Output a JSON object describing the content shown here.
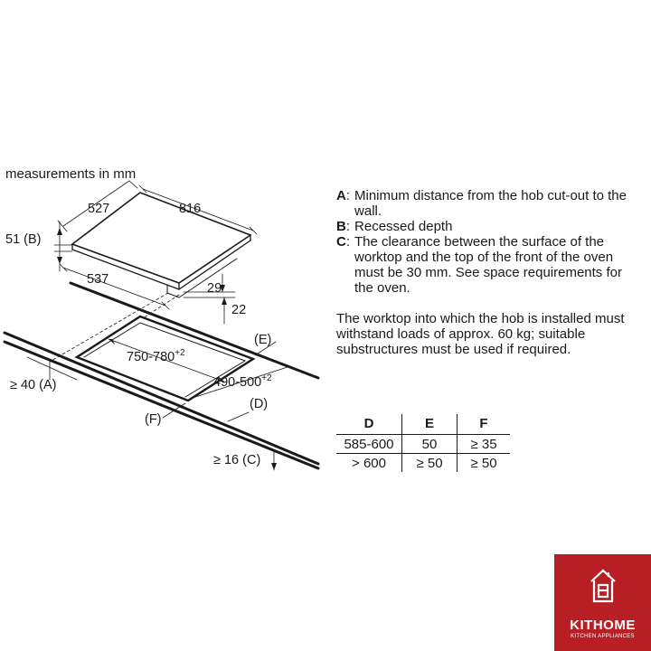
{
  "diagram": {
    "units_caption": "measurements in mm",
    "dims": {
      "depth": "527",
      "width": "816",
      "b_label": "51 (B)",
      "front_depth": "537",
      "thickness": "29",
      "offset": "22",
      "cutout_width": "750-780",
      "cutout_width_tol": "+2",
      "cutout_depth": "490-500",
      "cutout_depth_tol": "+2",
      "e_label": "(E)",
      "d_label": "(D)",
      "f_label": "(F)",
      "a_label": "≥ 40 (A)",
      "c_label": "≥ 16 (C)"
    }
  },
  "legend": {
    "items": [
      {
        "key": "A",
        "text": "Minimum distance from the hob cut-out to the wall."
      },
      {
        "key": "B",
        "text": "Recessed depth"
      },
      {
        "key": "C",
        "text": "The clearance between the surface of the worktop and the top of the front of the oven must be 30 mm. See space requirements for the oven."
      }
    ],
    "note": "The worktop into which the hob is installed must withstand loads of approx. 60 kg; suitable substructures must be used if required."
  },
  "clearance_table": {
    "headers": [
      "D",
      "E",
      "F"
    ],
    "rows": [
      [
        "585-600",
        "50",
        "≥ 35"
      ],
      [
        "> 600",
        "≥ 50",
        "≥ 50"
      ]
    ]
  },
  "logo": {
    "name": "KITHOME",
    "tagline": "KITCHEN APPLIANCES",
    "color": "#b81f24"
  }
}
